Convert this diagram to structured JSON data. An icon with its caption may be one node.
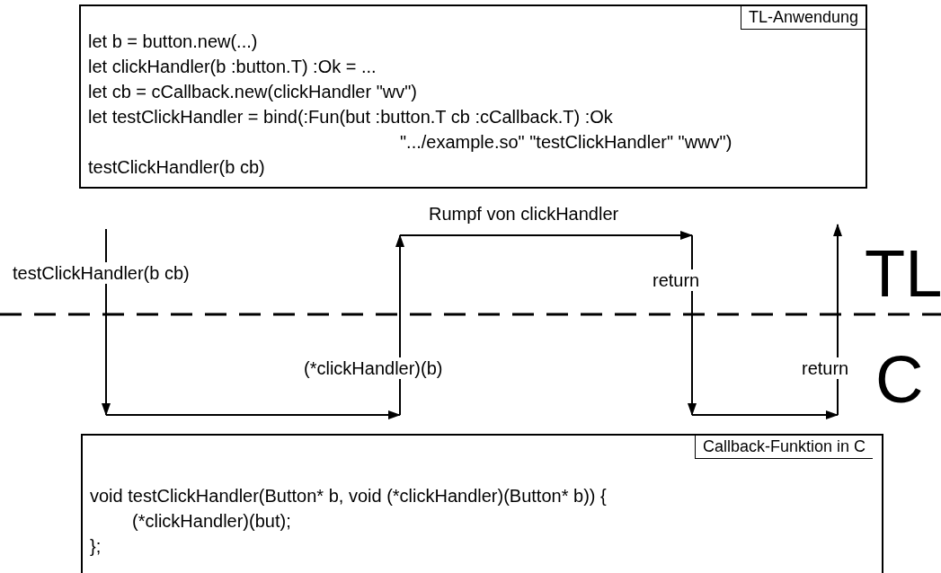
{
  "diagram": {
    "nodes": [
      {
        "text": [
          "let b = button.new(...)",
          "let clickHandler(b :button.T) :Ok = ...",
          "let cb = cCallback.new(clickHandler \"wv\")",
          "let testClickHandler = bind(:Fun(but :button.T cb :cCallback.T) :Ok",
          "\".../example.so\" \"testClickHandler\" \"wwv\")",
          "testClickHandler(b cb)"
        ]
      },
      {
        "text": [
          "TL-Anwendung"
        ],
        "in": 0
      },
      {
        "text": [
          "void testClickHandler(Button* b, void (*clickHandler)(Button* b)) {",
          "(*clickHandler)(but);",
          "};"
        ]
      },
      {
        "text": [
          "Callback-Funktion in C"
        ],
        "in": 2
      }
    ],
    "labels": [
      "Rumpf von clickHandler",
      "testClickHandler(b cb)",
      "return",
      "TL",
      "(*clickHandler)(b)",
      "return",
      "C"
    ]
  }
}
